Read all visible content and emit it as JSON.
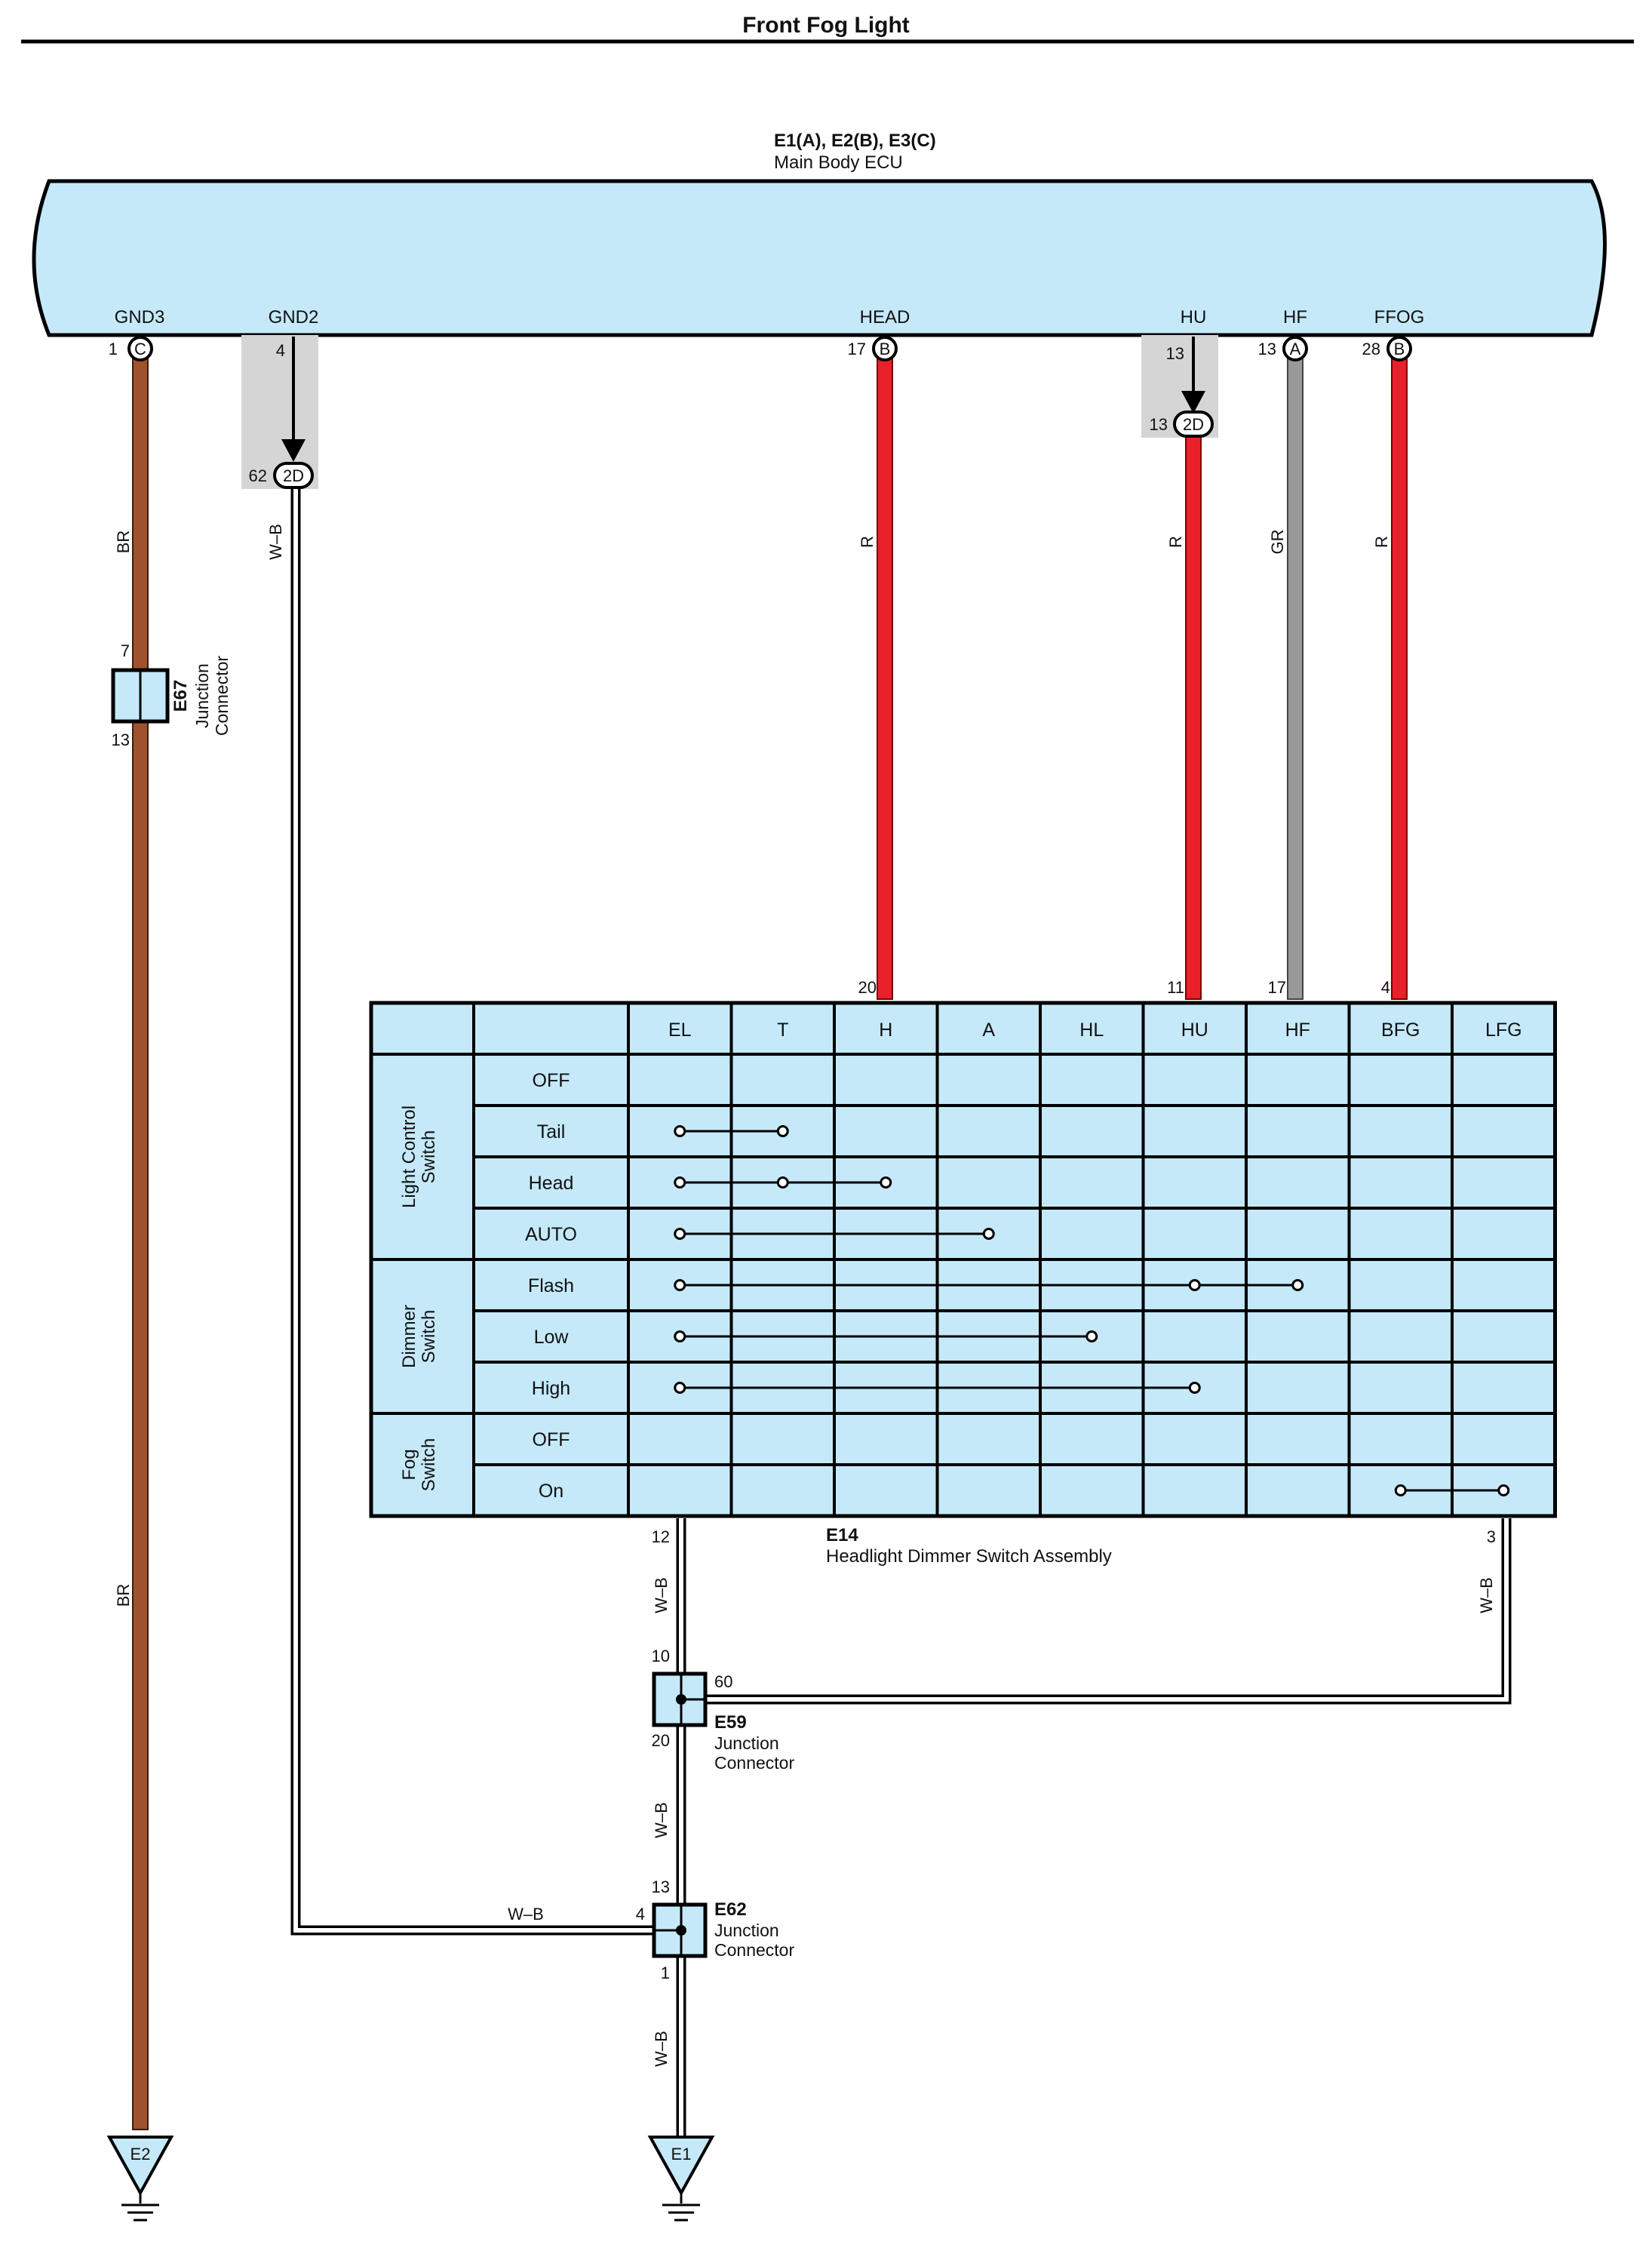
{
  "title": "Front Fog Light",
  "ecu": {
    "id": "E1(A), E2(B), E3(C)",
    "name": "Main Body ECU",
    "terminals": [
      "GND3",
      "GND2",
      "HEAD",
      "HU",
      "HF",
      "FFOG"
    ]
  },
  "ecu_pins": [
    {
      "num": "1",
      "conn": "C"
    },
    {
      "num": "4",
      "conn": ""
    },
    {
      "num": "17",
      "conn": "B"
    },
    {
      "num": "13",
      "conn": ""
    },
    {
      "num": "13",
      "conn": "A"
    },
    {
      "num": "28",
      "conn": "B"
    }
  ],
  "splices": [
    {
      "num": "62",
      "code": "2D"
    },
    {
      "num": "13",
      "code": "2D"
    }
  ],
  "wire_colors": {
    "BR": "#a0522d",
    "R": "#e8202a",
    "GR": "#999999",
    "W-B": "#ffffff"
  },
  "wire_labels": {
    "br_upper": "BR",
    "br_lower": "BR",
    "wb_gnd2": "W–B",
    "r_head": "R",
    "r_hu": "R",
    "gr_hf": "GR",
    "r_ffog": "R",
    "wb_12": "W–B",
    "wb_3": "W–B",
    "wb_e59": "W–B",
    "wb_e62_in": "W–B",
    "wb_e62_out": "W–B"
  },
  "e67": {
    "id": "E67",
    "name_line1": "Junction",
    "name_line2": "Connector",
    "pin_top": "7",
    "pin_bottom": "13"
  },
  "switch_assembly": {
    "id": "E14",
    "name": "Headlight Dimmer Switch Assembly",
    "top_pins": [
      {
        "col": "H",
        "num": "20"
      },
      {
        "col": "HU",
        "num": "11"
      },
      {
        "col": "HF",
        "num": "17"
      },
      {
        "col": "BFG",
        "num": "4"
      }
    ],
    "bottom_pins": [
      {
        "col": "EL",
        "num": "12"
      },
      {
        "col": "LFG",
        "num": "3"
      }
    ],
    "columns": [
      "EL",
      "T",
      "H",
      "A",
      "HL",
      "HU",
      "HF",
      "BFG",
      "LFG"
    ],
    "groups": [
      {
        "name_line1": "Light Control",
        "name_line2": "Switch",
        "rows": [
          "OFF",
          "Tail",
          "Head",
          "AUTO"
        ]
      },
      {
        "name_line1": "Dimmer",
        "name_line2": "Switch",
        "rows": [
          "Flash",
          "Low",
          "High"
        ]
      },
      {
        "name_line1": "Fog",
        "name_line2": "Switch",
        "rows": [
          "OFF",
          "On"
        ]
      }
    ],
    "connections": [
      {
        "row": "Tail",
        "cols": [
          "EL",
          "T"
        ]
      },
      {
        "row": "Head",
        "cols": [
          "EL",
          "T",
          "H"
        ]
      },
      {
        "row": "AUTO",
        "cols": [
          "EL",
          "A"
        ]
      },
      {
        "row": "Flash",
        "cols": [
          "EL",
          "HU",
          "HF"
        ]
      },
      {
        "row": "Low",
        "cols": [
          "EL",
          "HL"
        ]
      },
      {
        "row": "High",
        "cols": [
          "EL",
          "HU"
        ]
      },
      {
        "row": "On",
        "cols": [
          "BFG",
          "LFG"
        ]
      }
    ]
  },
  "e59": {
    "id": "E59",
    "name_line1": "Junction",
    "name_line2": "Connector",
    "pins": [
      "10",
      "60",
      "20"
    ]
  },
  "e62": {
    "id": "E62",
    "name_line1": "Junction",
    "name_line2": "Connector",
    "pins": [
      "13",
      "4",
      "1"
    ]
  },
  "grounds": [
    {
      "id": "E2"
    },
    {
      "id": "E1"
    }
  ]
}
